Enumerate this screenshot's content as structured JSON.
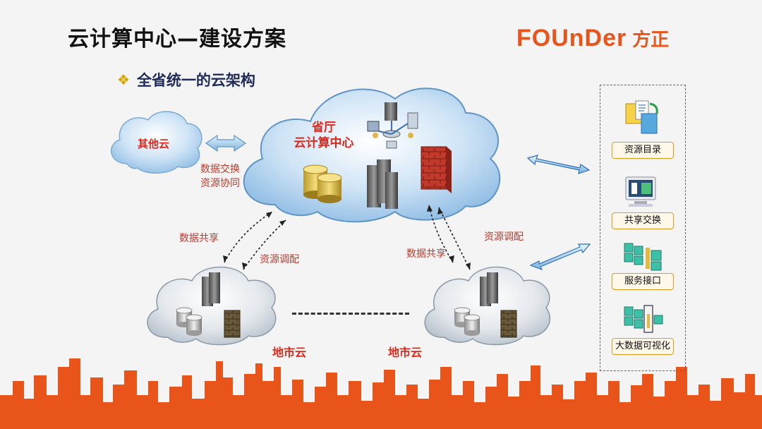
{
  "header": {
    "title": "云计算中心—建设方案",
    "logo_word": "FOUnDer",
    "logo_cn": "方正"
  },
  "subtitle": {
    "bullet": "❖",
    "text": "全省统一的云架构"
  },
  "central_cloud": {
    "line1": "省厅",
    "line2": "云计算中心"
  },
  "other_cloud": {
    "label": "其他云"
  },
  "exchange_note": {
    "line1": "数据交换",
    "line2": "资源协同"
  },
  "left_links": {
    "share": "数据共享",
    "dispatch": "资源调配"
  },
  "right_links": {
    "share": "数据共享",
    "dispatch": "资源调配"
  },
  "city_clouds": [
    {
      "label": "地市云"
    },
    {
      "label": "地市云"
    }
  ],
  "services": [
    {
      "label": "资源目录",
      "icon": "resource-catalog-icon"
    },
    {
      "label": "共享交换",
      "icon": "shared-exchange-icon"
    },
    {
      "label": "服务接口",
      "icon": "service-interface-icon"
    },
    {
      "label": "大数据可视化",
      "icon": "big-data-visualization-icon"
    }
  ],
  "colors": {
    "accent_orange": "#e8541a",
    "label_red": "#e0281b",
    "cloud_blue": "#6fa7d8",
    "skyline": "#e8541a"
  }
}
